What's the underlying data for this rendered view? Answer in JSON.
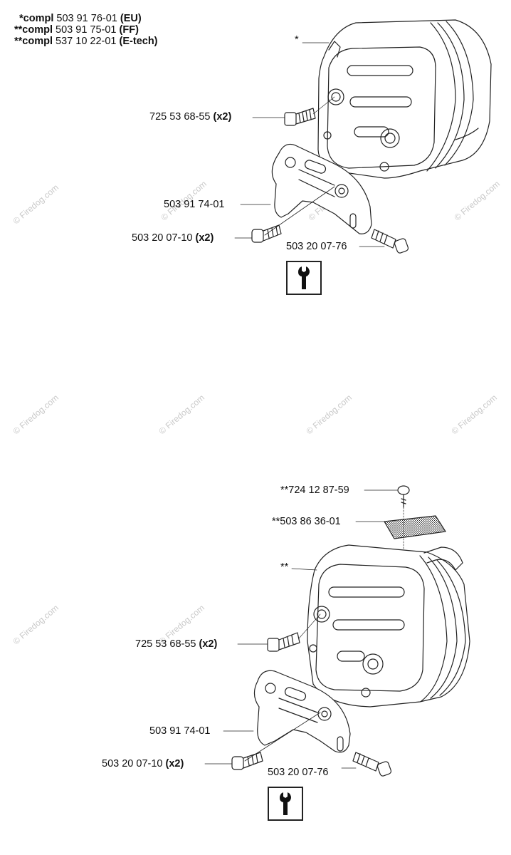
{
  "header": [
    {
      "prefix": "*compl",
      "number": "503 91 76-01",
      "suffix": "(EU)"
    },
    {
      "prefix": "**compl",
      "number": "503 91 75-01",
      "suffix": "(FF)"
    },
    {
      "prefix": "**compl",
      "number": "537 10 22-01",
      "suffix": "(E-tech)"
    }
  ],
  "watermark": "© Firedog.com",
  "diagram_top": {
    "muffler_marker": "*",
    "screw": {
      "number": "725 53 68-55",
      "qty": "(x2)"
    },
    "bracket": {
      "number": "503 91 74-01"
    },
    "bolt": {
      "number": "503 20 07-10",
      "qty": "(x2)"
    },
    "bolt_single": {
      "number": "503 20 07-76"
    }
  },
  "diagram_bottom": {
    "small_screw": {
      "number": "**724 12 87-59"
    },
    "screen": {
      "number": "**503 86 36-01"
    },
    "muffler_marker": "**",
    "screw": {
      "number": "725 53 68-55",
      "qty": "(x2)"
    },
    "bracket": {
      "number": "503 91 74-01"
    },
    "bolt": {
      "number": "503 20 07-10",
      "qty": "(x2)"
    },
    "bolt_single": {
      "number": "503 20 07-76"
    }
  },
  "colors": {
    "line": "#222222",
    "watermark": "#c9c9c9"
  }
}
